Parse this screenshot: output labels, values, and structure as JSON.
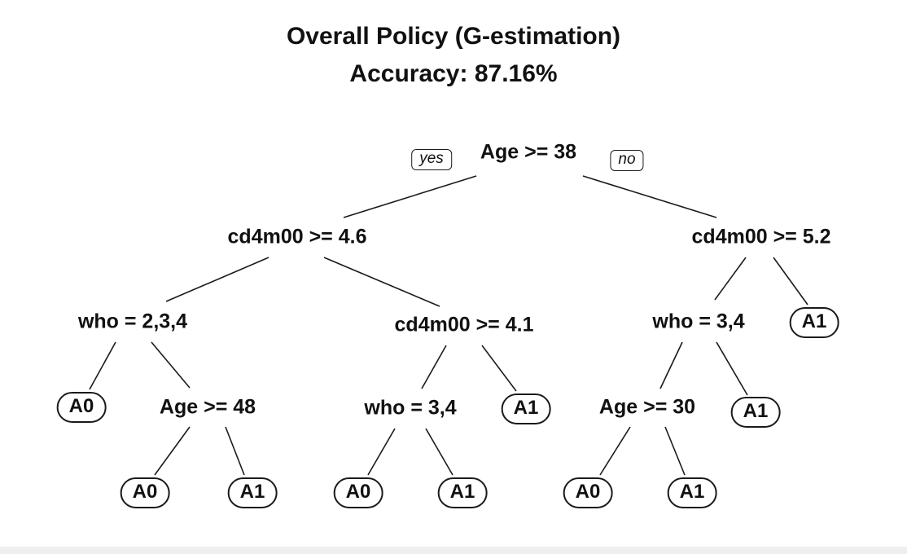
{
  "title": {
    "line1": "Overall Policy (G-estimation)",
    "line2": "Accuracy: 87.16%"
  },
  "edge_labels": {
    "yes": "yes",
    "no": "no"
  },
  "tree": {
    "label": "Age >= 38",
    "yes": {
      "label": "cd4m00 >= 4.6",
      "yes": {
        "label": "who = 2,3,4",
        "yes": {
          "label": "A0",
          "leaf": true
        },
        "no": {
          "label": "Age >= 48",
          "yes": {
            "label": "A0",
            "leaf": true
          },
          "no": {
            "label": "A1",
            "leaf": true
          }
        }
      },
      "no": {
        "label": "cd4m00 >= 4.1",
        "yes": {
          "label": "who = 3,4",
          "yes": {
            "label": "A0",
            "leaf": true
          },
          "no": {
            "label": "A1",
            "leaf": true
          }
        },
        "no": {
          "label": "A1",
          "leaf": true
        }
      }
    },
    "no": {
      "label": "cd4m00 >= 5.2",
      "yes": {
        "label": "who = 3,4",
        "yes": {
          "label": "Age >= 30",
          "yes": {
            "label": "A0",
            "leaf": true
          },
          "no": {
            "label": "A1",
            "leaf": true
          }
        },
        "no": {
          "label": "A1",
          "leaf": true
        }
      },
      "no": {
        "label": "A1",
        "leaf": true
      }
    }
  }
}
